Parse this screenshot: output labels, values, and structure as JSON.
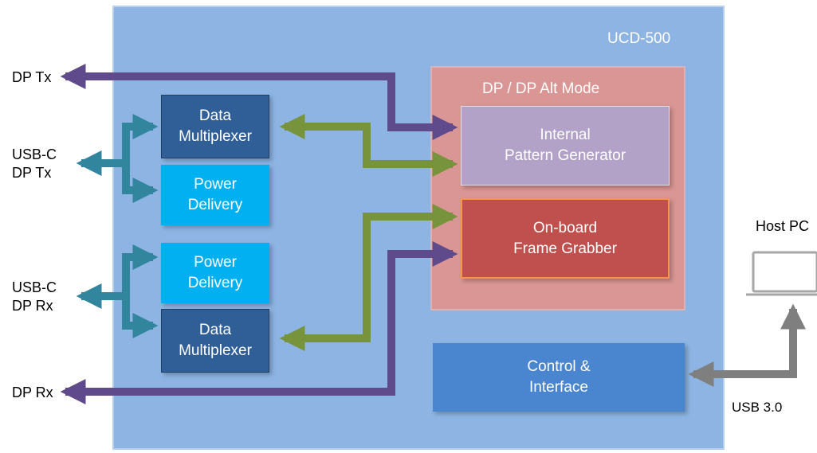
{
  "device": {
    "name": "UCD-500"
  },
  "blocks": {
    "data_mux_top": "Data\nMultiplexer",
    "power_delivery_top": "Power\nDelivery",
    "power_delivery_bottom": "Power\nDelivery",
    "data_mux_bottom": "Data\nMultiplexer",
    "dp_alt_mode": "DP / DP Alt Mode",
    "pattern_generator": "Internal\nPattern Generator",
    "frame_grabber": "On-board\nFrame Grabber",
    "control_interface": "Control &\nInterface"
  },
  "ports": {
    "dp_tx": "DP Tx",
    "usbc_dp_tx": "USB-C\nDP Tx",
    "usbc_dp_rx": "USB-C\nDP Rx",
    "dp_rx": "DP Rx",
    "host_pc": "Host PC",
    "usb_link": "USB 3.0"
  },
  "colors": {
    "device_bg": "#8db4e2",
    "alt_mode_bg": "#d99694",
    "pattern_gen_bg": "#b3a2c7",
    "frame_grabber_bg": "#c0504d",
    "frame_grabber_border": "#f79646",
    "data_mux_bg": "#2f5f96",
    "power_delivery_bg": "#00b0f0",
    "control_bg": "#4a86d0",
    "arrow_purple": "#5f4b8b",
    "arrow_green": "#77933c",
    "arrow_teal": "#31859c",
    "arrow_gray": "#7f7f7f"
  }
}
